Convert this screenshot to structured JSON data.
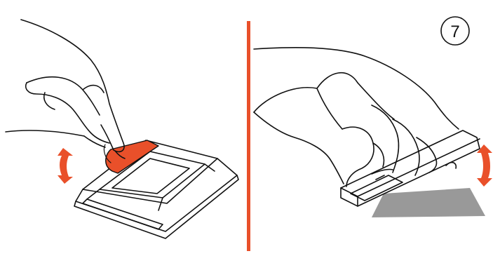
{
  "instruction_step": {
    "number": "7"
  },
  "colors": {
    "accent": "#e9502a",
    "line": "#111111",
    "shadow": "#999999",
    "background": "#ffffff"
  },
  "panels": [
    {
      "name": "peel-adhesive-tape-panel",
      "icons": [
        "hand-icon",
        "sensor-device-icon",
        "adhesive-tape-strip-icon",
        "up-down-arrow-icon"
      ]
    },
    {
      "name": "press-device-onto-surface-panel",
      "icons": [
        "hand-icon",
        "sensor-device-icon",
        "mounting-surface-icon",
        "up-down-arrow-icon"
      ]
    }
  ]
}
